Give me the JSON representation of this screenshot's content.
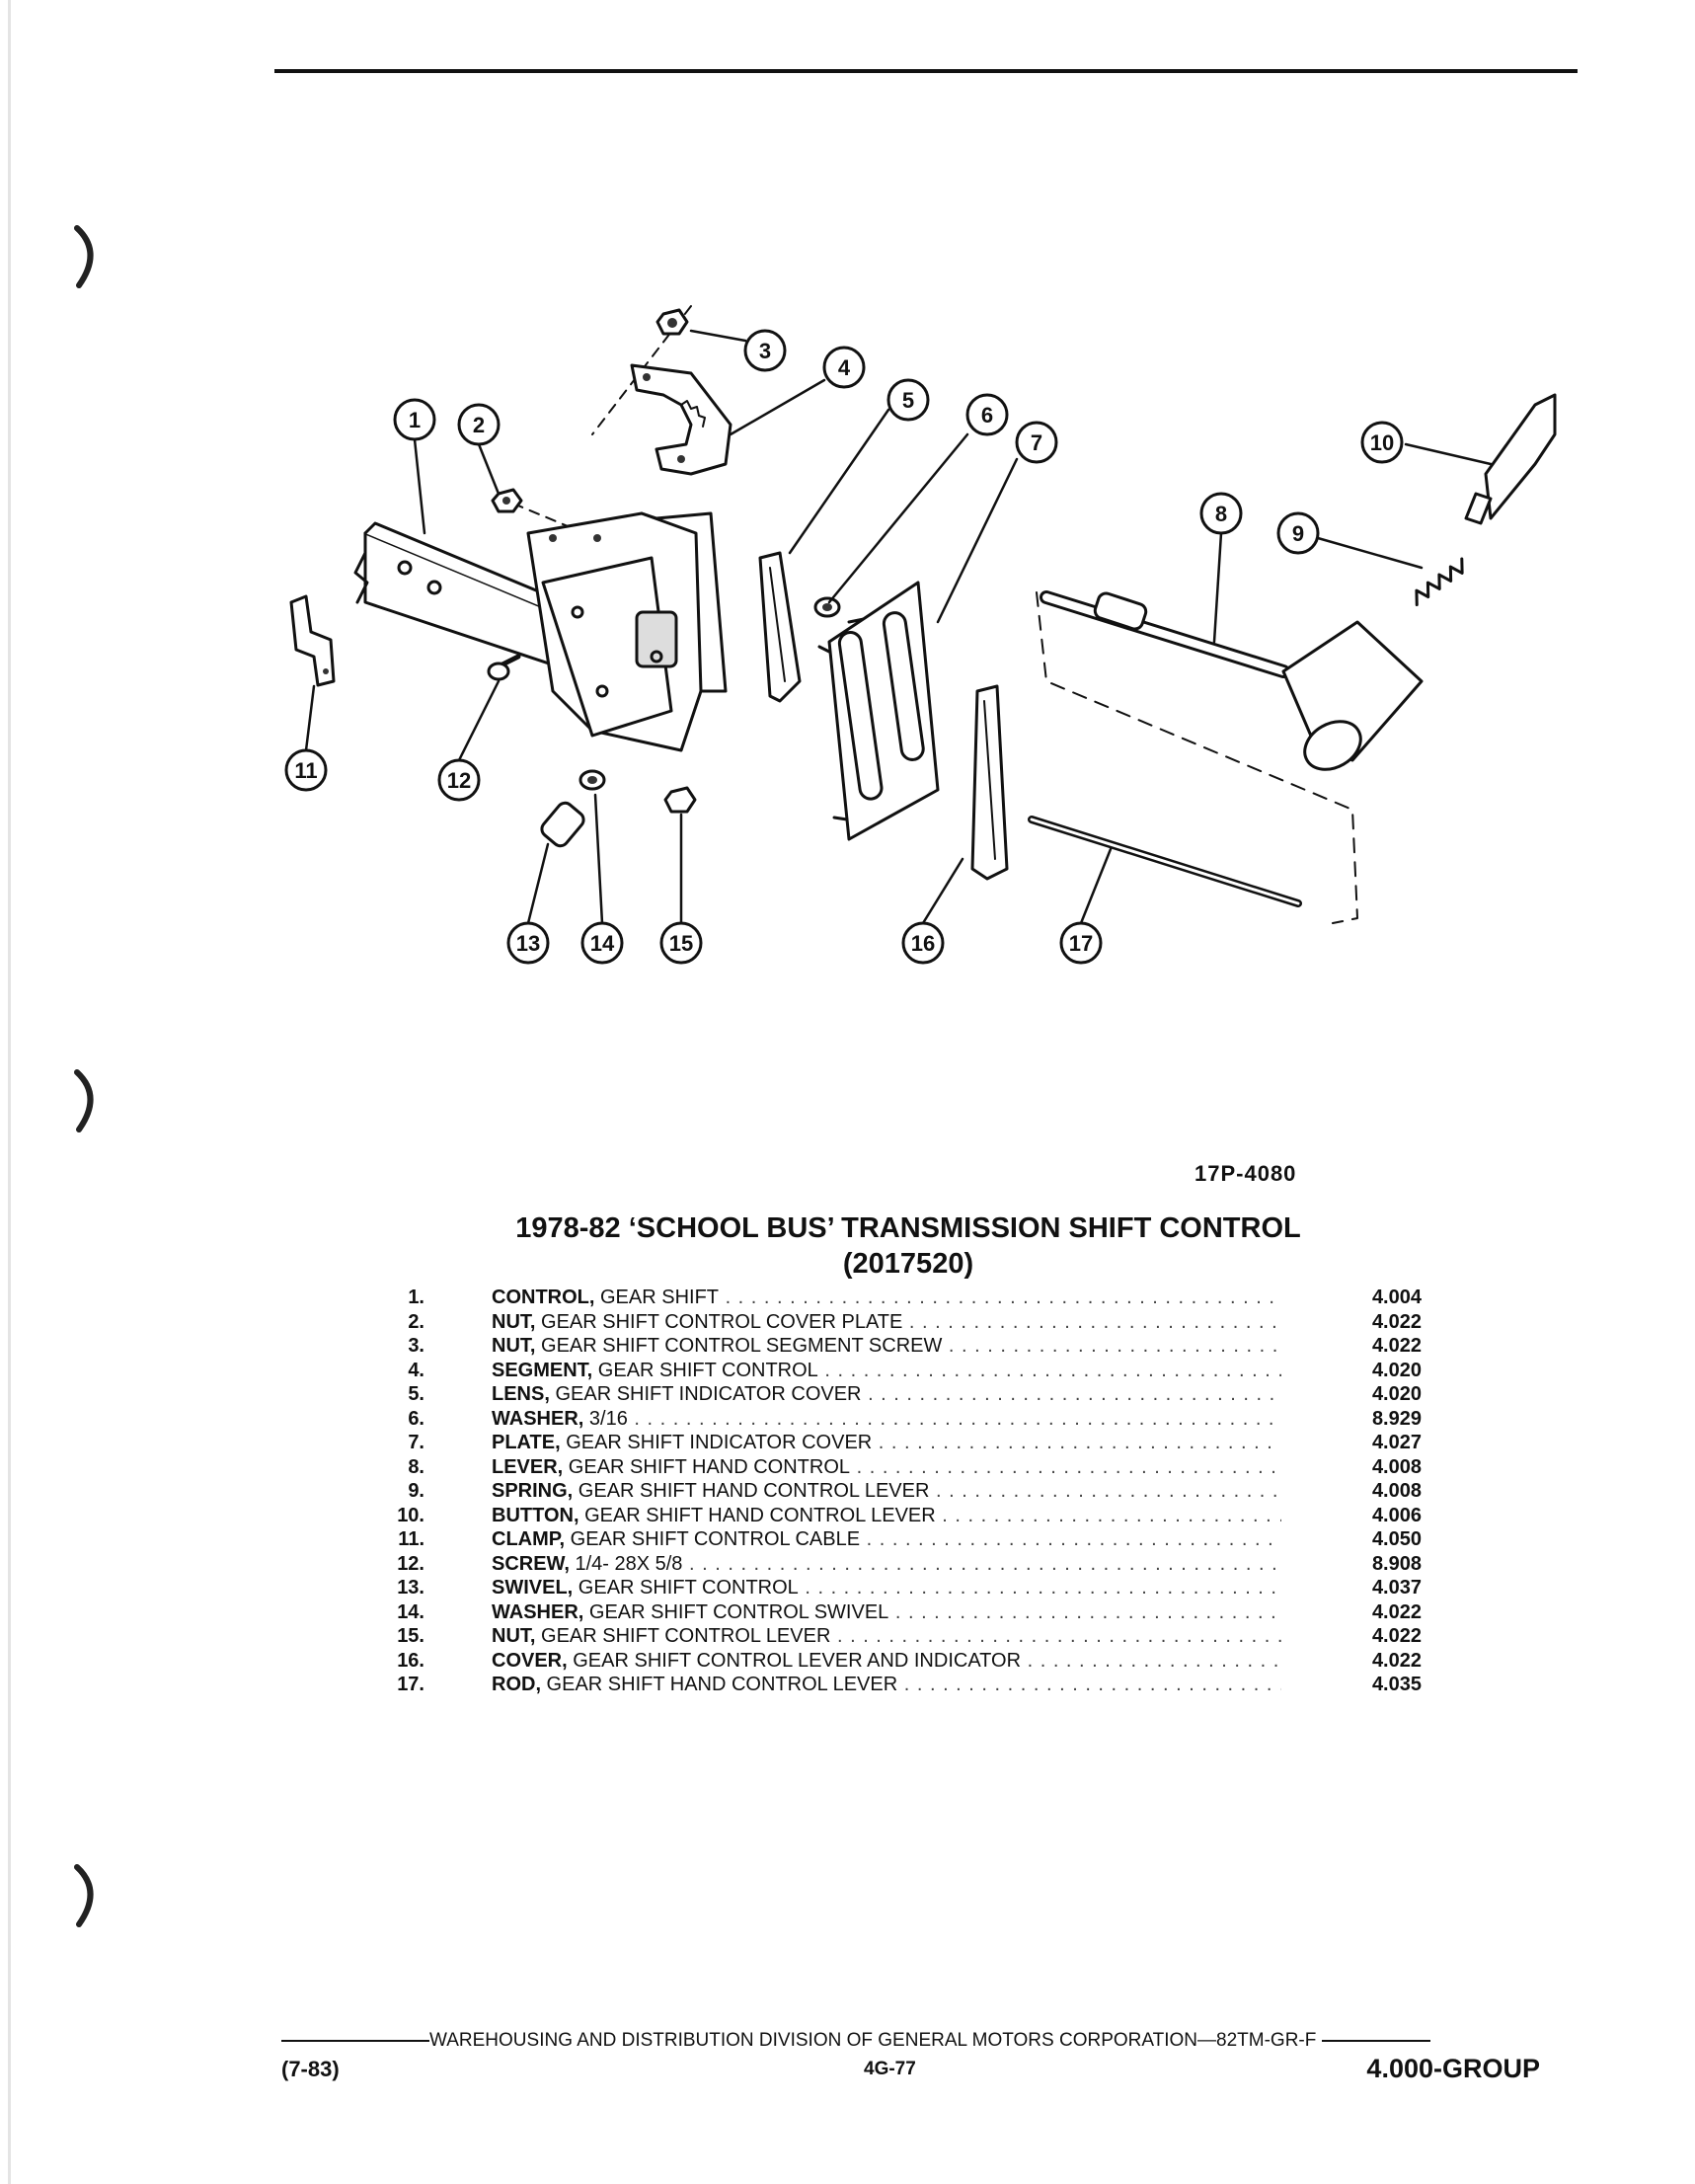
{
  "figure_number": "17P-4080",
  "title_line1": "1978-82 ‘SCHOOL BUS’ TRANSMISSION SHIFT CONTROL",
  "title_line2": "(2017520)",
  "callouts": [
    "1",
    "2",
    "3",
    "4",
    "5",
    "6",
    "7",
    "8",
    "9",
    "10",
    "11",
    "12",
    "13",
    "14",
    "15",
    "16",
    "17"
  ],
  "parts": [
    {
      "num": "1.",
      "name": "CONTROL,",
      "desc": " GEAR SHIFT",
      "value": "4.004"
    },
    {
      "num": "2.",
      "name": "NUT,",
      "desc": " GEAR SHIFT CONTROL COVER PLATE",
      "value": "4.022"
    },
    {
      "num": "3.",
      "name": "NUT,",
      "desc": " GEAR SHIFT CONTROL SEGMENT SCREW",
      "value": "4.022"
    },
    {
      "num": "4.",
      "name": "SEGMENT,",
      "desc": " GEAR SHIFT CONTROL",
      "value": "4.020"
    },
    {
      "num": "5.",
      "name": "LENS,",
      "desc": " GEAR SHIFT INDICATOR COVER",
      "value": "4.020"
    },
    {
      "num": "6.",
      "name": "WASHER,",
      "desc": " 3/16",
      "value": "8.929"
    },
    {
      "num": "7.",
      "name": "PLATE,",
      "desc": " GEAR SHIFT INDICATOR COVER",
      "value": "4.027"
    },
    {
      "num": "8.",
      "name": "LEVER,",
      "desc": " GEAR SHIFT HAND CONTROL",
      "value": "4.008"
    },
    {
      "num": "9.",
      "name": "SPRING,",
      "desc": " GEAR SHIFT HAND CONTROL LEVER",
      "value": "4.008"
    },
    {
      "num": "10.",
      "name": "BUTTON,",
      "desc": " GEAR SHIFT HAND CONTROL LEVER",
      "value": "4.006"
    },
    {
      "num": "11.",
      "name": "CLAMP,",
      "desc": " GEAR SHIFT CONTROL CABLE",
      "value": "4.050"
    },
    {
      "num": "12.",
      "name": "SCREW,",
      "desc": " 1/4- 28X 5/8",
      "value": "8.908"
    },
    {
      "num": "13.",
      "name": "SWIVEL,",
      "desc": " GEAR SHIFT CONTROL",
      "value": "4.037"
    },
    {
      "num": "14.",
      "name": "WASHER,",
      "desc": " GEAR SHIFT CONTROL SWIVEL",
      "value": "4.022"
    },
    {
      "num": "15.",
      "name": "NUT,",
      "desc": " GEAR SHIFT CONTROL LEVER",
      "value": "4.022"
    },
    {
      "num": "16.",
      "name": "COVER,",
      "desc": " GEAR SHIFT CONTROL LEVER AND INDICATOR",
      "value": "4.022"
    },
    {
      "num": "17.",
      "name": "ROD,",
      "desc": " GEAR SHIFT HAND CONTROL LEVER",
      "value": "4.035"
    }
  ],
  "footer": {
    "division": "WAREHOUSING AND DISTRIBUTION  DIVISION OF GENERAL MOTORS CORPORATION—82TM-GR-F",
    "date": "(7-83)",
    "page": "4G-77",
    "group": "4.000-GROUP"
  }
}
